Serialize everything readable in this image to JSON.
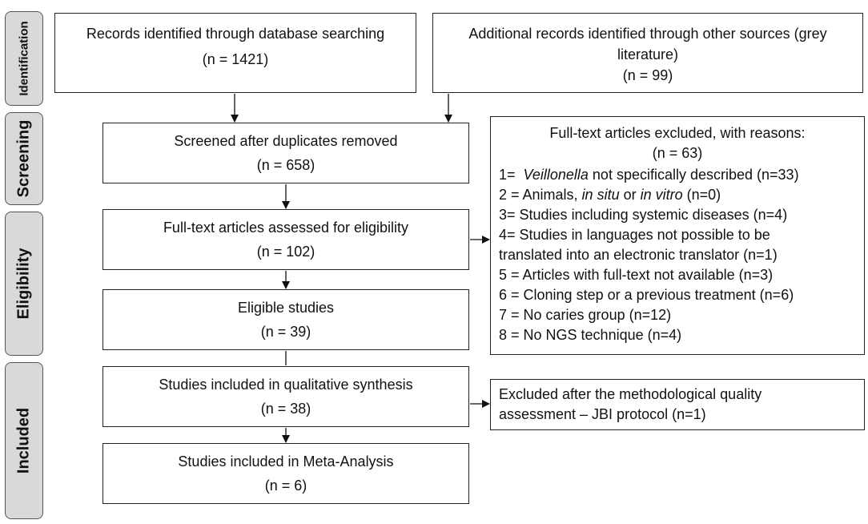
{
  "phases": [
    {
      "id": "identification",
      "label": "Identification"
    },
    {
      "id": "screening",
      "label": "Screening"
    },
    {
      "id": "eligibility",
      "label": "Eligibility"
    },
    {
      "id": "included",
      "label": "Included"
    }
  ],
  "boxes": {
    "db_search": {
      "title": "Records identified through database searching",
      "count": "(n = 1421)"
    },
    "other_sources": {
      "title_line1": "Additional records identified through other sources (grey",
      "title_line2": "literature)",
      "count": "(n = 99)"
    },
    "screened": {
      "title": "Screened after duplicates removed",
      "count": "(n = 658)"
    },
    "fulltext": {
      "title": "Full-text articles assessed for eligibility",
      "count": "(n = 102)"
    },
    "eligible": {
      "title": "Eligible studies",
      "count": "(n = 39)"
    },
    "qualitative": {
      "title": "Studies included in qualitative synthesis",
      "count": "(n = 38)"
    },
    "meta": {
      "title": "Studies included in Meta-Analysis",
      "count": "(n = 6)"
    },
    "excluded_fulltext": {
      "title": "Full-text articles excluded, with reasons:",
      "count": "(n = 63)",
      "reasons": [
        {
          "prefix": "1=  ",
          "italic": "Veillonella",
          "suffix": " not specifically described (n=33)"
        },
        {
          "prefix": "2 = Animals, ",
          "italic": "in situ",
          "mid": " or ",
          "italic2": "in vitro",
          "suffix": " (n=0)"
        },
        {
          "text": "3= Studies including systemic diseases (n=4)"
        },
        {
          "text": "4= Studies in languages not possible to be"
        },
        {
          "text": "translated into an electronic translator (n=1)"
        },
        {
          "text": "5 = Articles with full-text not available (n=3)"
        },
        {
          "text": "6 = Cloning step or a previous treatment (n=6)"
        },
        {
          "text": "7 = No caries group (n=12)"
        },
        {
          "text": "8 = No NGS technique (n=4)"
        }
      ]
    },
    "excluded_quality": {
      "line1": "Excluded after the methodological quality",
      "line2": "assessment – JBI protocol (n=1)"
    }
  }
}
